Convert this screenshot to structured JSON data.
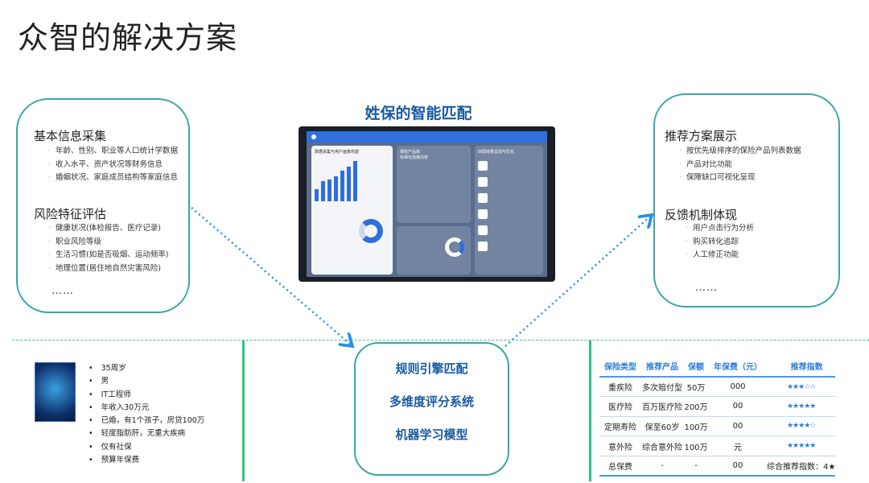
{
  "title": "众智的解决方案",
  "left_box": {
    "section1": {
      "heading": "基本信息采集",
      "items": [
        "年龄、性别、职业等人口统计学数据",
        "收入水平、资产状况等财务信息",
        "婚姻状况、家庭成员结构等家庭信息"
      ]
    },
    "section2": {
      "heading": "风险特征评估",
      "items": [
        "健康状况(体检报告、医疗记录)",
        "职业风险等级",
        "生活习惯(如是否吸烟、运动频率)",
        "地理位置(居住地自然灾害风险)"
      ]
    },
    "ellipsis": "……"
  },
  "center": {
    "heading": "姓保的智能匹配",
    "dashboard": {
      "panel1": "数据采集与用户画像构建",
      "panel2_title": "保险产品库",
      "panel2_sub": "标准化连接内容",
      "panel3_title": "匹配结果呈现与优化"
    }
  },
  "right_box": {
    "section1": {
      "heading": "推荐方案展示",
      "items": [
        "按优先级排序的保险产品列表数据",
        "产品对比功能",
        "保障缺口可视化呈现"
      ]
    },
    "section2": {
      "heading": "反馈机制体现",
      "items": [
        "用户点击行为分析",
        "购买转化追踪",
        "人工修正功能"
      ]
    },
    "ellipsis": "……"
  },
  "engine": {
    "items": [
      "规则引擎匹配",
      "多维度评分系统",
      "机器学习模型"
    ]
  },
  "profile": {
    "items": [
      "35周岁",
      "男",
      "IT工程师",
      "年收入30万元",
      "已婚，有1个孩子，房贷100万",
      "轻度脂肪肝，无重大疾病",
      "仅有社保",
      "预算年保费"
    ]
  },
  "table": {
    "headers": [
      "保险类型",
      "推荐产品",
      "保额",
      "年保费（元）",
      "推荐指数"
    ],
    "rows": [
      [
        "重疾险",
        "多次赔付型",
        "50万",
        "000",
        "★★★☆☆"
      ],
      [
        "医疗险",
        "百万医疗险",
        "200万",
        "00",
        "★★★★★"
      ],
      [
        "定期寿险",
        "保至60岁",
        "100万",
        "00",
        "★★★★☆"
      ],
      [
        "意外险",
        "综合意外险",
        "100万",
        "元",
        "★★★★★"
      ],
      [
        "总保费",
        "-",
        "-",
        "00",
        "综合推荐指数：4★"
      ]
    ]
  },
  "colors": {
    "teal": "#3aa6a9",
    "blue": "#1a5aa0",
    "accent": "#2a7ed8",
    "green": "#2ec480"
  }
}
